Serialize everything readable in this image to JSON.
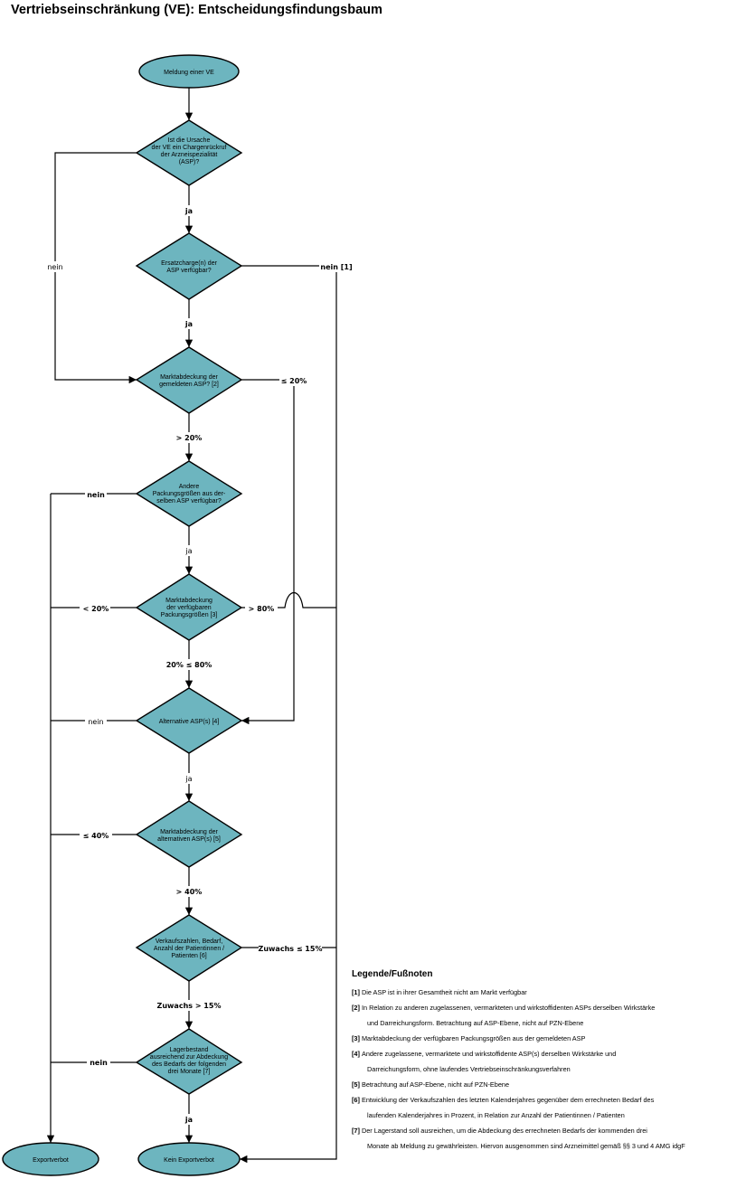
{
  "title": "Vertriebseinschränkung (VE): Entscheidungsfindungsbaum",
  "nodes": {
    "start": [
      "Meldung einer VE"
    ],
    "d1": [
      "Ist die Ursache",
      "der VE ein Chargenrückruf",
      "der Arzneispezialität",
      "(ASP)?"
    ],
    "d2": [
      "Ersatzcharge(n) der",
      "ASP verfügbar?"
    ],
    "d3": [
      "Marktabdeckung der",
      "gemeldeten ASP? [2]"
    ],
    "d4": [
      "Andere",
      "Packungsgrößen aus der-",
      "selben ASP verfügbar?"
    ],
    "d5": [
      "Marktabdeckung",
      "der verfügbaren",
      "Packungsgrößen [3]"
    ],
    "d6": [
      "Alternative ASP(s) [4]"
    ],
    "d7": [
      "Marktabdeckung der",
      "alternativen ASP(s) [5]"
    ],
    "d8": [
      "Verkaufszahlen, Bedarf,",
      "Anzahl der Patientinnen /",
      "Patienten [6]"
    ],
    "d9": [
      "Lagerbestand",
      "ausreichend zur Abdeckung",
      "des Bedarfs der folgenden",
      "drei Monate [7]"
    ],
    "end_export": [
      "Exportverbot"
    ],
    "end_noexport": [
      "Kein Exportverbot"
    ]
  },
  "edge_labels": {
    "d1_yes": "ja",
    "d1_no": "nein",
    "d2_yes": "ja",
    "d2_no": "nein [1]",
    "d3_high": "> 20%",
    "d3_low": "≤ 20%",
    "d4_yes": "ja",
    "d4_no": "nein",
    "d5_low": "< 20%",
    "d5_high": "> 80%",
    "d5_mid": "20% ≤ 80%",
    "d6_yes": "ja",
    "d6_no": "nein",
    "d7_low": "≤ 40%",
    "d7_high": "> 40%",
    "d8_low": "Zuwachs ≤ 15%",
    "d8_high": "Zuwachs > 15%",
    "d9_no": "nein",
    "d9_yes": "ja"
  },
  "legend": {
    "title": "Legende/Fußnoten",
    "items": [
      {
        "key": "[1]",
        "lines": [
          "Die ASP ist in ihrer Gesamtheit nicht am Markt verfügbar"
        ]
      },
      {
        "key": "[2]",
        "lines": [
          "In Relation zu anderen zugelassenen, vermarkteten und wirkstoffidenten ASPs derselben Wirkstärke",
          "und Darreichungsform. Betrachtung auf ASP-Ebene, nicht auf PZN-Ebene"
        ]
      },
      {
        "key": "[3]",
        "lines": [
          "Marktabdeckung der verfügbaren Packungsgrößen aus der gemeldeten ASP"
        ]
      },
      {
        "key": "[4]",
        "lines": [
          "Andere zugelassene, vermarktete und wirkstoffidente ASP(s) derselben Wirkstärke und",
          "Darreichungsform, ohne laufendes Vertriebseinschränkungsverfahren"
        ]
      },
      {
        "key": "[5]",
        "lines": [
          "Betrachtung auf ASP-Ebene, nicht auf PZN-Ebene"
        ]
      },
      {
        "key": "[6]",
        "lines": [
          "Entwicklung der Verkaufszahlen des letzten Kalenderjahres gegenüber dem errechneten Bedarf des",
          "laufenden Kalenderjahres in Prozent, in Relation zur Anzahl der Patientinnen / Patienten"
        ]
      },
      {
        "key": "[7]",
        "lines": [
          "Der Lagerstand soll ausreichen, um die Abdeckung des errechneten Bedarfs der kommenden drei",
          "Monate ab Meldung zu gewährleisten. Hiervon ausgenommen sind Arzneimittel gemäß §§ 3 und 4 AMG idgF"
        ]
      }
    ]
  }
}
